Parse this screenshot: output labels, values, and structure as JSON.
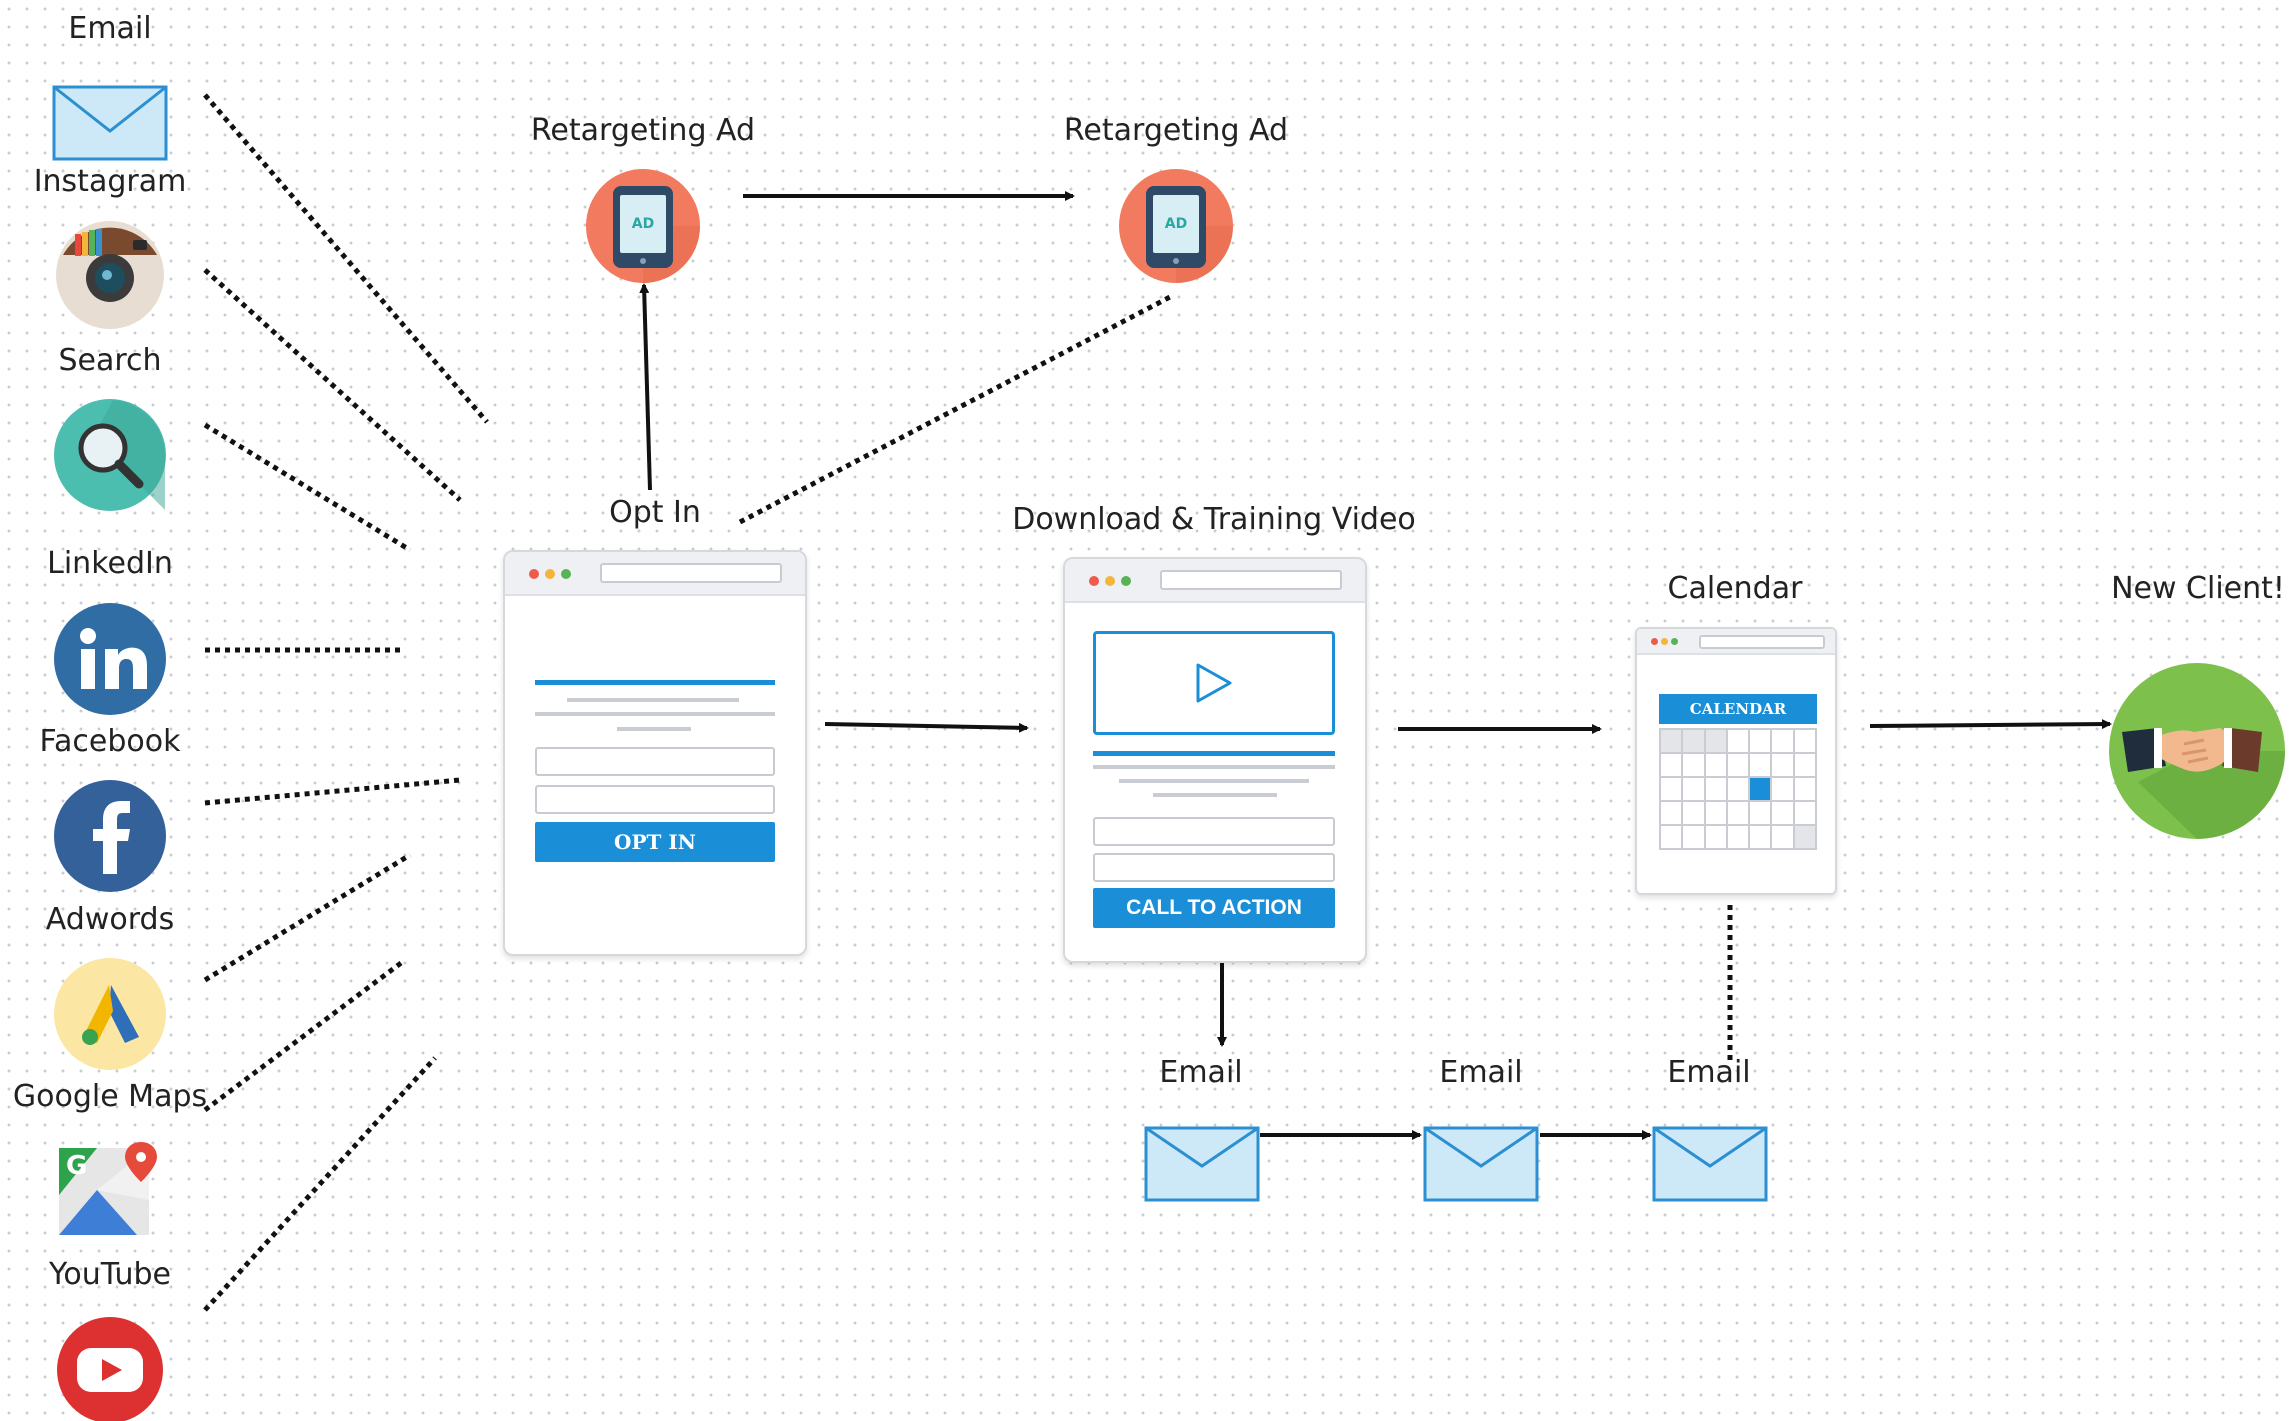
{
  "sources": [
    {
      "label": "Email",
      "icon": "envelope-icon"
    },
    {
      "label": "Instagram",
      "icon": "instagram-icon"
    },
    {
      "label": "Search",
      "icon": "search-icon"
    },
    {
      "label": "LinkedIn",
      "icon": "linkedin-icon"
    },
    {
      "label": "Facebook",
      "icon": "facebook-icon"
    },
    {
      "label": "Adwords",
      "icon": "adwords-icon"
    },
    {
      "label": "Google Maps",
      "icon": "google-maps-icon"
    },
    {
      "label": "YouTube",
      "icon": "youtube-icon"
    }
  ],
  "retargeting": [
    {
      "label": "Retargeting Ad",
      "badge": "AD"
    },
    {
      "label": "Retargeting Ad",
      "badge": "AD"
    }
  ],
  "optin": {
    "label": "Opt In",
    "button": "OPT IN"
  },
  "download": {
    "label": "Download & Training Video",
    "button": "CALL TO ACTION"
  },
  "calendar": {
    "label": "Calendar",
    "header": "CALENDAR"
  },
  "client": {
    "label": "New Client!",
    "icon": "handshake-icon"
  },
  "emails": [
    "Email",
    "Email",
    "Email"
  ],
  "colors": {
    "accent": "#1a8fd8",
    "ad_circle": "#f27a5e",
    "envelope_fill": "#cde9f7",
    "envelope_stroke": "#2b8fd1",
    "linkedin": "#2f6da4",
    "facebook": "#35619b",
    "search": "#4cbeaf",
    "youtube": "#dd3030",
    "adwords_bg": "#fbe6a3",
    "client_bg": "#7dc04c"
  }
}
